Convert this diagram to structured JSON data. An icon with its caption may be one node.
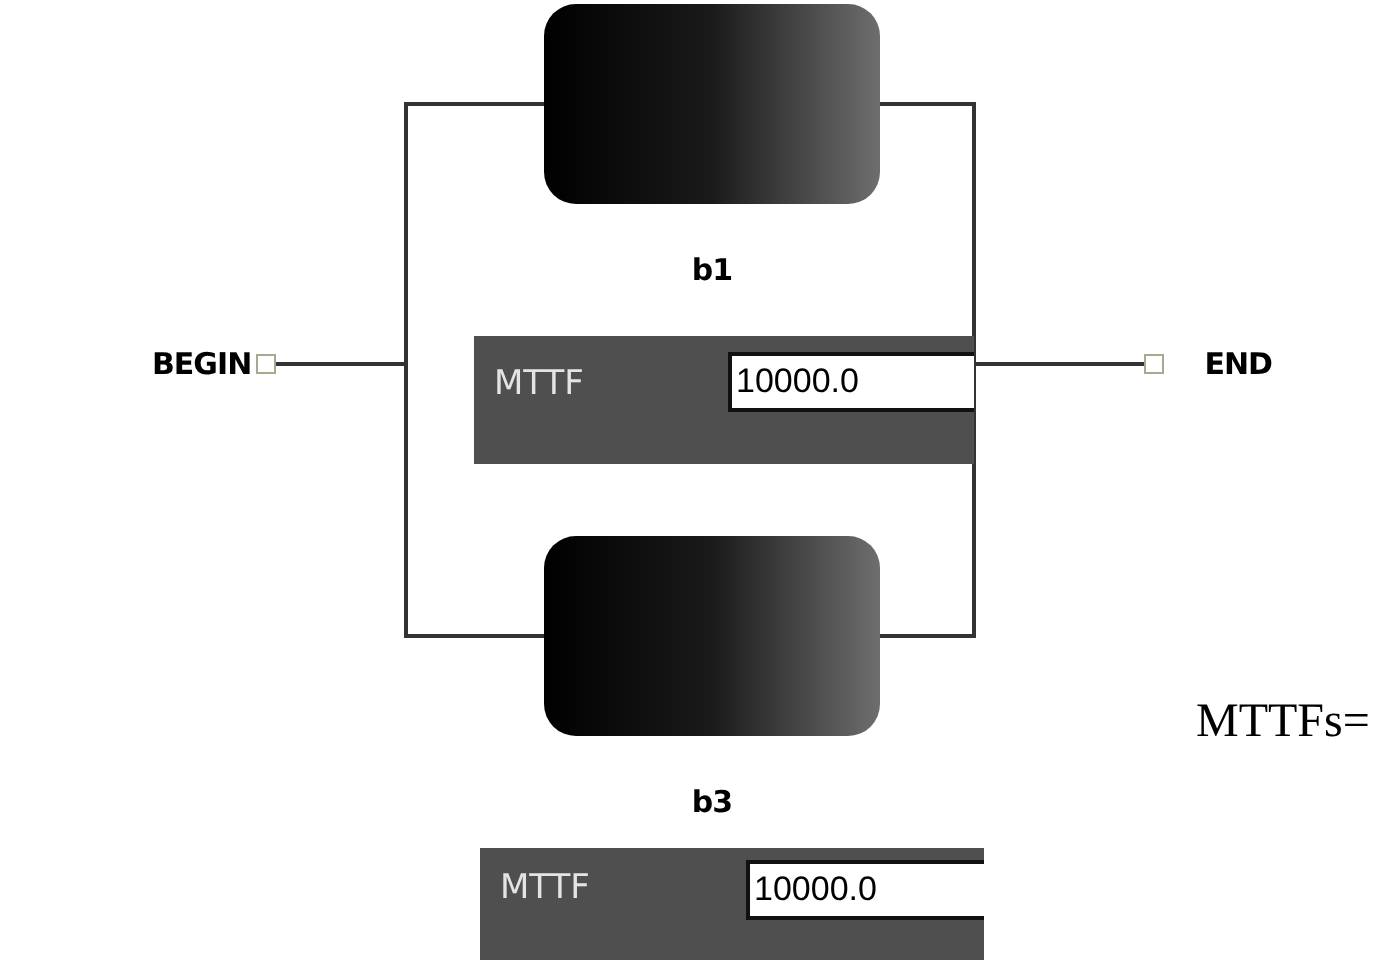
{
  "diagram": {
    "nodes": [
      {
        "text": [
          "BEGIN"
        ]
      },
      {
        "text": [
          "b1"
        ]
      },
      {
        "text": [
          "b3"
        ]
      },
      {
        "text": [
          "END"
        ]
      }
    ],
    "edges": [
      {
        "from": 0,
        "to": 1,
        "arrow": "none"
      },
      {
        "from": 0,
        "to": 2,
        "arrow": "none"
      },
      {
        "from": 1,
        "to": 3,
        "arrow": "none"
      },
      {
        "from": 2,
        "to": 3,
        "arrow": "none"
      }
    ],
    "labels": [
      "MTTF",
      "10000.0",
      "MTTF",
      "10000.0",
      "MTTFs="
    ]
  }
}
